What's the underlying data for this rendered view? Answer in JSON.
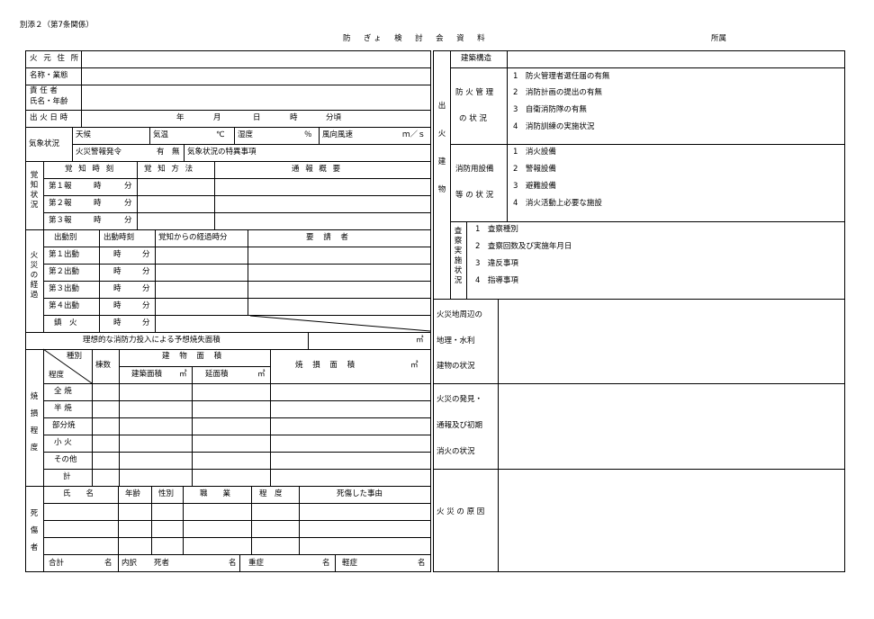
{
  "doc": {
    "form_no": "別添２（第7条関係）",
    "title": "防　ぎょ　検　討　会　資　料",
    "affiliation": "所属"
  },
  "left": {
    "origin_address": "火 元 住 所",
    "name_occupation": "名称・業態",
    "responsible_line1": "責 任 者",
    "responsible_line2": "氏名・年齢",
    "outbreak_datetime": "出 火 日 時",
    "dt_year": "年",
    "dt_month": "月",
    "dt_day": "日",
    "dt_hour": "時",
    "dt_minute": "分頃",
    "weather_title": "気象状況",
    "weather": "天候",
    "temperature": "気温",
    "temp_unit": "℃",
    "humidity": "湿度",
    "humidity_unit": "％",
    "wind": "風向風速",
    "wind_unit": "ｍ／ｓ",
    "fire_warning": "火災警報発令",
    "yes_no": "有　無",
    "weather_special": "気象状況の特異事項",
    "detection_title": "覚知状況",
    "det_time_header": "覚 知 時 刻",
    "det_method_header": "覚 知 方 法",
    "det_summary_header": "通 報 概 要",
    "det_rows": [
      "第１報",
      "第２報",
      "第３報"
    ],
    "hour": "時",
    "minute": "分",
    "progress_title": "火災の経過",
    "dispatch_header": "出動別",
    "dispatch_time_header": "出動時刻",
    "elapsed_header": "覚知からの経過時分",
    "required_header": "要 請 者",
    "dispatch_rows": [
      "第１出動",
      "第２出動",
      "第３出動",
      "第４出動",
      "鎮　火"
    ],
    "ideal_area": "理想的な消防力投入による予想焼失面積",
    "sqm": "㎡",
    "damage_title": "焼損程度",
    "type_label": "種別",
    "degree_label": "程度",
    "count_header": "棟数",
    "building_area_header": "建 物 面 積",
    "construction_area": "建築面積",
    "floor_area": "延面積",
    "burned_area_header": "焼 損 面 積",
    "damage_rows": [
      "全 焼",
      "半 焼",
      "部分焼",
      "小 火",
      "その他",
      "計"
    ],
    "casualty_title": "死傷者",
    "cas_name": "氏　　名",
    "cas_age": "年齢",
    "cas_sex": "性別",
    "cas_job": "職　　業",
    "cas_degree": "程　度",
    "cas_reason": "死傷した事由",
    "total": "合計",
    "person_unit": "名",
    "breakdown": "内訳",
    "dead": "死者",
    "serious": "重症",
    "minor": "軽症"
  },
  "right": {
    "origin_building": "出火建物",
    "building_structure": "建築構造",
    "fire_mgmt_line1": "防 火 管 理",
    "fire_mgmt_line2": "の 状 況",
    "fire_mgmt_items": [
      "1　防火管理者選任届の有無",
      "2　消防計画の提出の有無",
      "3　自衛消防隊の有無",
      "4　消防訓練の実施状況"
    ],
    "equipment_line1": "消防用設備",
    "equipment_line2": "等 の 状 況",
    "equipment_items": [
      "1　消火設備",
      "2　警報設備",
      "3　避難設備",
      "4　消火活動上必要な施設"
    ],
    "inspection_title": "査察実施状況",
    "inspection_items": [
      "1　査察種別",
      "2　査察回数及び実施年月日",
      "3　違反事項",
      "4　指導事項"
    ],
    "surroundings": [
      "火災地周辺の",
      "地理・水利",
      "建物の状況"
    ],
    "discovery": [
      "火災の発見・",
      "通報及び初期",
      "消火の状況"
    ],
    "cause": "火 災 の 原 因"
  }
}
